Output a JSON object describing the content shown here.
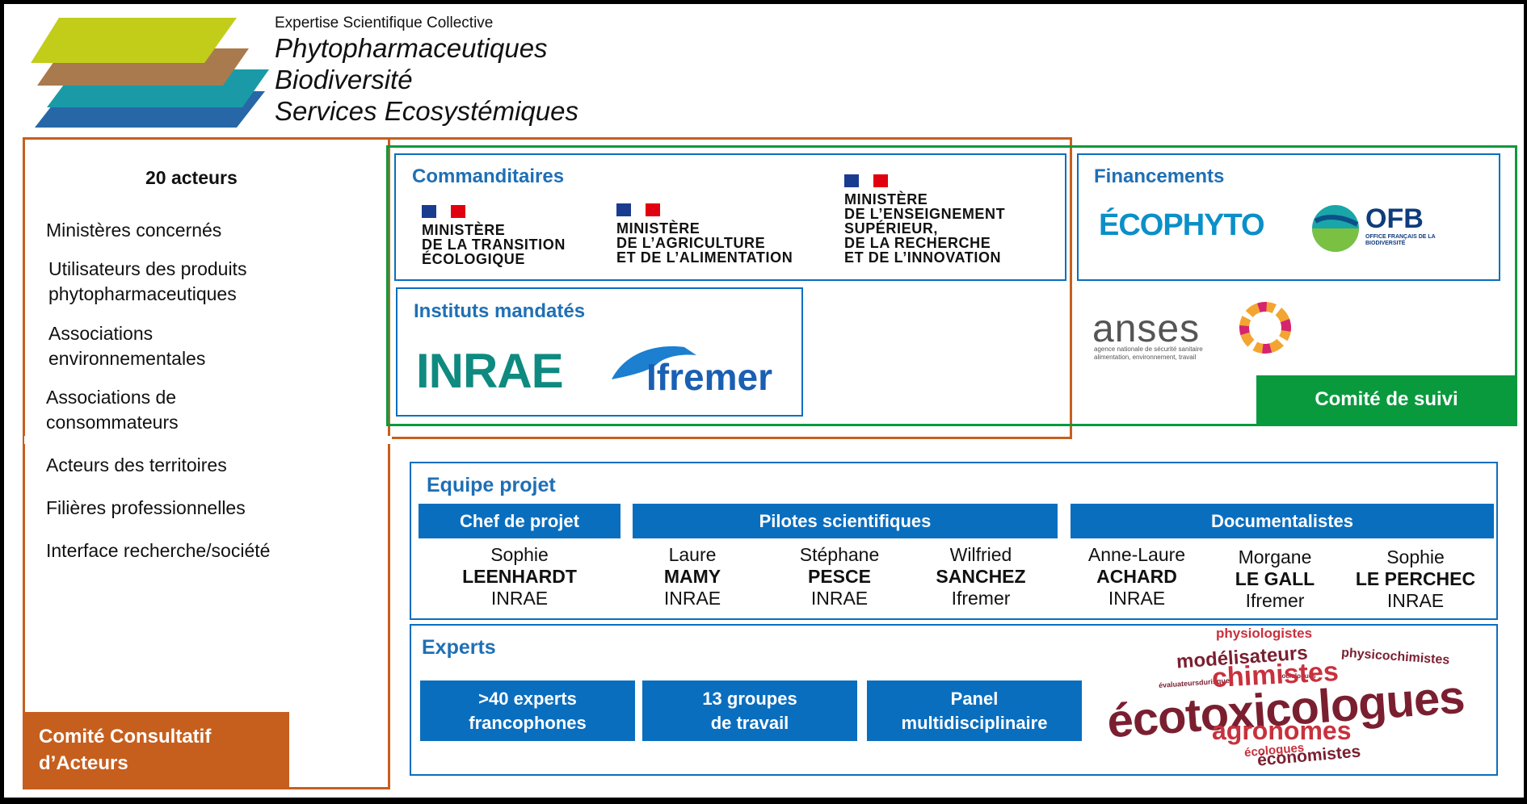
{
  "header": {
    "subtitle": "Expertise Scientifique Collective",
    "title_lines": [
      "Phytopharmaceutiques",
      "Biodiversité",
      "Services Ecosystémiques"
    ]
  },
  "comite_consultatif": {
    "heading": "20 acteurs",
    "items": [
      "Ministères concernés",
      "Utilisateurs des produits phytopharmaceutiques",
      "Associations environnementales",
      "Associations de consommateurs",
      "Acteurs des territoires",
      "Filières professionnelles",
      "Interface recherche/société"
    ],
    "label": "Comité Consultatif d’Acteurs"
  },
  "commanditaires": {
    "title": "Commanditaires",
    "ministries": [
      "MINISTÈRE\nDE LA TRANSITION\nÉCOLOGIQUE",
      "MINISTÈRE\nDE L’AGRICULTURE\nET DE L’ALIMENTATION",
      "MINISTÈRE\nDE L’ENSEIGNEMENT\nSUPÉRIEUR,\nDE LA RECHERCHE\nET DE L’INNOVATION"
    ]
  },
  "instituts": {
    "title": "Instituts mandatés",
    "logos": [
      "INRAE",
      "Ifremer"
    ]
  },
  "financements": {
    "title": "Financements",
    "logos": [
      "ÉCOPHYTO",
      "OFB",
      "OFFICE FRANÇAIS DE LA BIODIVERSITÉ"
    ]
  },
  "anses": {
    "name": "anses",
    "tagline_1": "agence nationale de sécurité sanitaire",
    "tagline_2": "alimentation, environnement, travail"
  },
  "comite_suivi": {
    "label": "Comité de suivi"
  },
  "equipe": {
    "title": "Equipe projet",
    "groups": [
      "Chef de projet",
      "Pilotes scientifiques",
      "Documentalistes"
    ],
    "members": [
      {
        "first": "Sophie",
        "last": "LEENHARDT",
        "org": "INRAE"
      },
      {
        "first": "Laure",
        "last": "MAMY",
        "org": "INRAE"
      },
      {
        "first": "Stéphane",
        "last": "PESCE",
        "org": "INRAE"
      },
      {
        "first": "Wilfried",
        "last": "SANCHEZ",
        "org": "Ifremer"
      },
      {
        "first": "Anne-Laure",
        "last": "ACHARD",
        "org": "INRAE"
      },
      {
        "first": "Morgane",
        "last": "LE GALL",
        "org": "Ifremer"
      },
      {
        "first": "Sophie",
        "last": "LE PERCHEC",
        "org": "INRAE"
      }
    ]
  },
  "experts": {
    "title": "Experts",
    "boxes": [
      ">40 experts\nfrancophones",
      "13 groupes\nde travail",
      "Panel\nmultidisciplinaire"
    ],
    "words": {
      "physiologistes": "physiologistes",
      "modelisateurs": "modélisateurs",
      "physicochimistes": "physicochimistes",
      "evaluateurs": "évaluateursdurisque",
      "sociologues": "sociologues",
      "chimistes": "chimistes",
      "ecotox": "écotoxicologues",
      "agronomes": "agronomes",
      "ecologues": "écologues",
      "economistes": "économistes"
    }
  },
  "colors": {
    "blue": "#0a6ebf",
    "title_blue": "#1f6fb5",
    "green": "#0a9a3e",
    "orange": "#c65f1e",
    "wine": "#7a1f30",
    "red": "#c8313d"
  }
}
